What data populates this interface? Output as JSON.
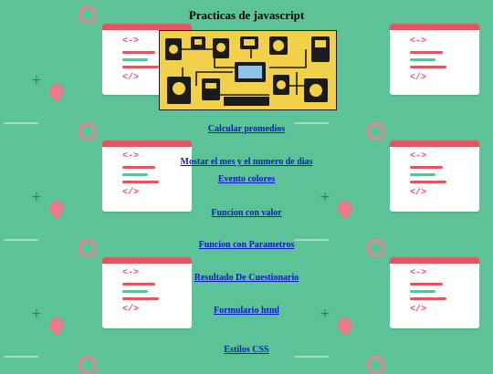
{
  "page": {
    "title": "Practicas de javascript"
  },
  "hero_image": {
    "icon": "electronic-circuit-illustration"
  },
  "links": [
    {
      "label": "Calcular promedios"
    },
    {
      "label": "Mostar el mes y el numero de dias"
    },
    {
      "label": "Evento colores"
    },
    {
      "label": "Funcion con valor"
    },
    {
      "label": "Funcion con Parametros"
    },
    {
      "label": "Resultado De Cuestionario"
    },
    {
      "label": "Formulario html"
    },
    {
      "label": "Estilos CSS"
    }
  ],
  "background": {
    "color": "#5cc297",
    "card_tags": [
      "<->",
      "</>"
    ],
    "accent": "#e25663"
  }
}
